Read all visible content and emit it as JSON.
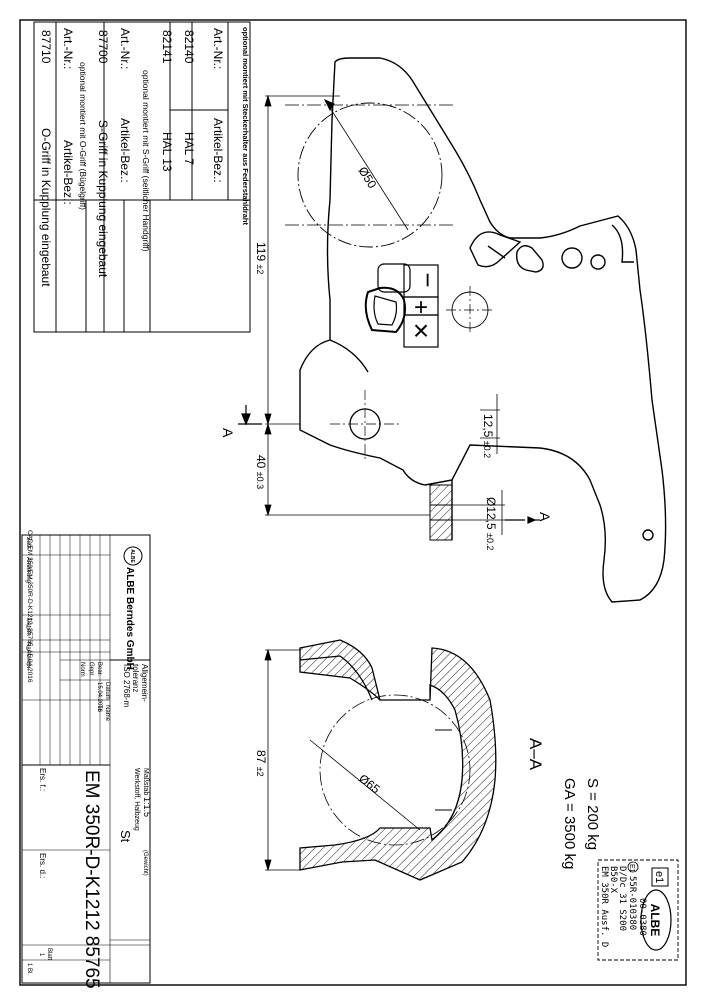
{
  "tables": {
    "feder": {
      "heading": "optional montiert mit Steckerhalter aus Federstahldraht",
      "col_art": "Art.-Nr.:",
      "col_bez": "Artikel-Bez.:",
      "rows": [
        {
          "art": "82140",
          "bez": "HAL 7"
        },
        {
          "art": "82141",
          "bez": "HAL 13"
        }
      ]
    },
    "sgriff": {
      "heading": "optional montiert mit S-Griff (seitlicher Handgriff)",
      "col_art": "Art.-Nr.:",
      "col_bez": "Artikel-Bez.:",
      "row_art": "87700",
      "row_bez": "S-Griff in Kupplung eingebaut"
    },
    "ogriff": {
      "heading": "optional montiert mit O-Griff (Bügelgriff)",
      "col_art": "Art.-Nr.:",
      "col_bez": "Artikel-Bez.:",
      "row_art": "87710",
      "row_bez": "O-Griff in Kupplung eingebaut"
    }
  },
  "dimensions": {
    "dia50": "Ø50",
    "d119": "119",
    "d119_tol": "±2",
    "d125": "12,5",
    "d125_tol": "±0.2",
    "d40": "40",
    "d40_tol": "±0.3",
    "dia125": "Ø12,5",
    "dia125_tol": "±0.2",
    "d87": "87",
    "d87_tol": "±2",
    "dia65": "Ø65"
  },
  "section": {
    "marker": "A",
    "label": "A–A"
  },
  "control_symbols": {
    "minus": "−",
    "plus": "+",
    "cross": "×"
  },
  "loads": {
    "ga": "GA = 3500 kg",
    "s": "S = 200 kg"
  },
  "stamp": {
    "badge": "e1",
    "logo": "ALBE",
    "line1": "00-0380",
    "line2": "55R-010380",
    "line3": "D/Dc 31  S200",
    "line4": "B50-X",
    "line5": "EM 350R Ausf. D",
    "approval": "E1"
  },
  "cad_path": "CAD/EM 350/EM 350R-D-K1212_85765_15.04.2016",
  "titleblock": {
    "company": "ALBE Berndes GmbH",
    "general_tol_1": "Allgemein-",
    "general_tol_2": "toleranz",
    "general_tol_3": "ISO 2768-m",
    "col_datum": "Datum",
    "col_name": "Name",
    "row_bear": "Bear.",
    "row_datum": "15.04.2016",
    "row_name": "Tr.",
    "row_gepr": "Gepr.",
    "row_norm": "Norm",
    "revision_cols": [
      "Zust.",
      "Änderung",
      "Datum",
      "Nam.",
      "Urspr."
    ],
    "scale_label": "Maßstab",
    "scale_value": "1:1.5",
    "weight_label": "(Gewicht)",
    "material_label": "Werkstoff, Halbzeug",
    "material_value": "St",
    "drawing_no": "EM 350R-D-K1212  85765",
    "ers_f": "Ers. f.:",
    "ers_d": "Ers. d.:",
    "blatt_label": "Blatt",
    "blatt_value": "1",
    "blatt_count": "1 Bl."
  }
}
